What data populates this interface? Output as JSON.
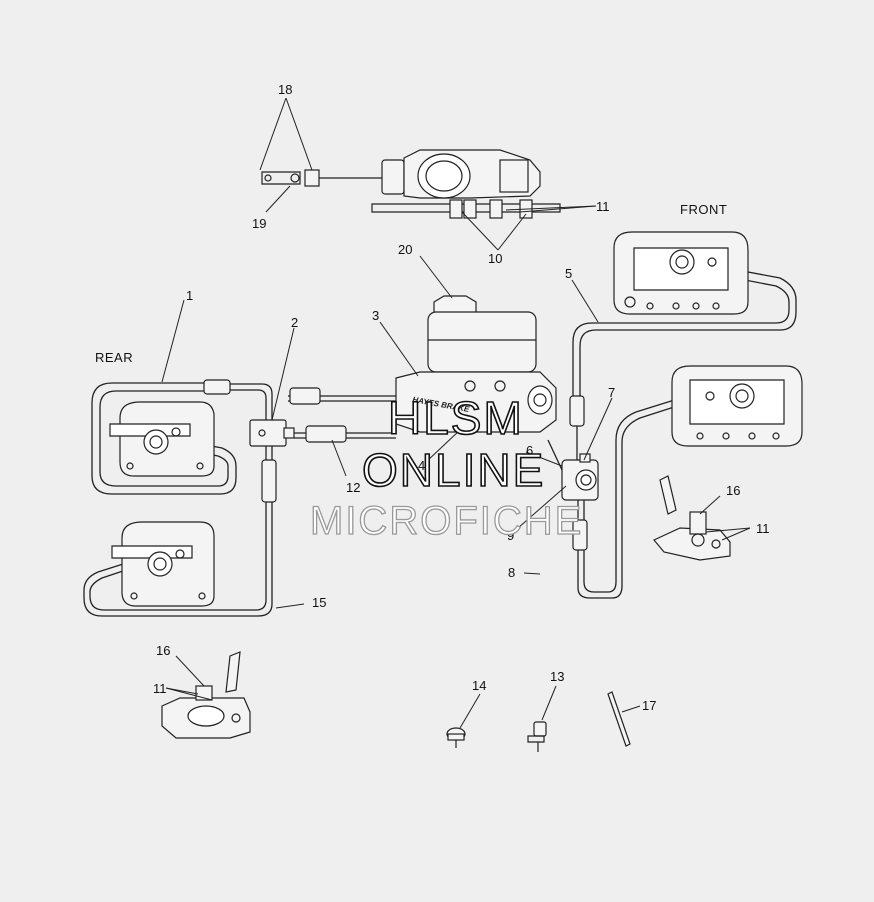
{
  "section_labels": {
    "rear": "REAR",
    "front": "FRONT"
  },
  "part_brand": "HAYES BRAKE",
  "callouts": [
    "1",
    "2",
    "3",
    "4",
    "5",
    "6",
    "7",
    "8",
    "9",
    "10",
    "11",
    "12",
    "13",
    "14",
    "15",
    "16",
    "17",
    "18",
    "19",
    "20"
  ],
  "watermark": {
    "line1": "HLSM",
    "line2": "ONLINE",
    "line3": "MICROFICHE"
  }
}
